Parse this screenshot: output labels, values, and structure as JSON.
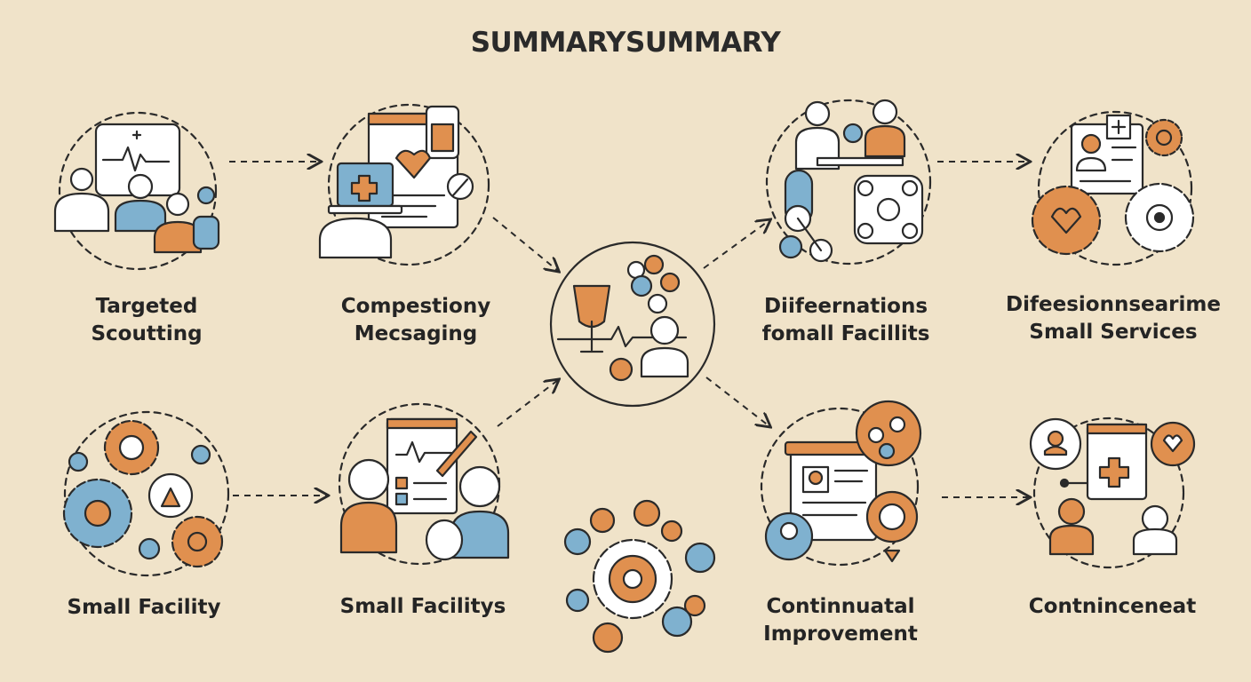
{
  "title": "SUMMARYSUMMARY",
  "nodes": [
    {
      "id": "targeted-scouting",
      "lines": [
        "Targeted",
        "Scoutting"
      ]
    },
    {
      "id": "compestiony-mecsaging",
      "lines": [
        "Compestiony",
        "Mecsaging"
      ]
    },
    {
      "id": "difeernations-fomall-facilitys",
      "lines": [
        "Diifeernations",
        "fomall Facillits"
      ]
    },
    {
      "id": "difeesionnsearime-small-services",
      "lines": [
        "Difeesionnsearime",
        "Small Services"
      ]
    },
    {
      "id": "small-facility",
      "lines": [
        "Small Facility"
      ]
    },
    {
      "id": "small-facilitys",
      "lines": [
        "Small Facilitys"
      ]
    },
    {
      "id": "continnuatal-improvement",
      "lines": [
        "Continnuatal",
        "Improvement"
      ]
    },
    {
      "id": "contninceneat",
      "lines": [
        "Contninceneat"
      ]
    }
  ],
  "colors": {
    "background": "#f0e3c9",
    "ink": "#2a2a2a",
    "orange": "#e0904f",
    "blue": "#7fb1cf",
    "white": "#ffffff"
  }
}
